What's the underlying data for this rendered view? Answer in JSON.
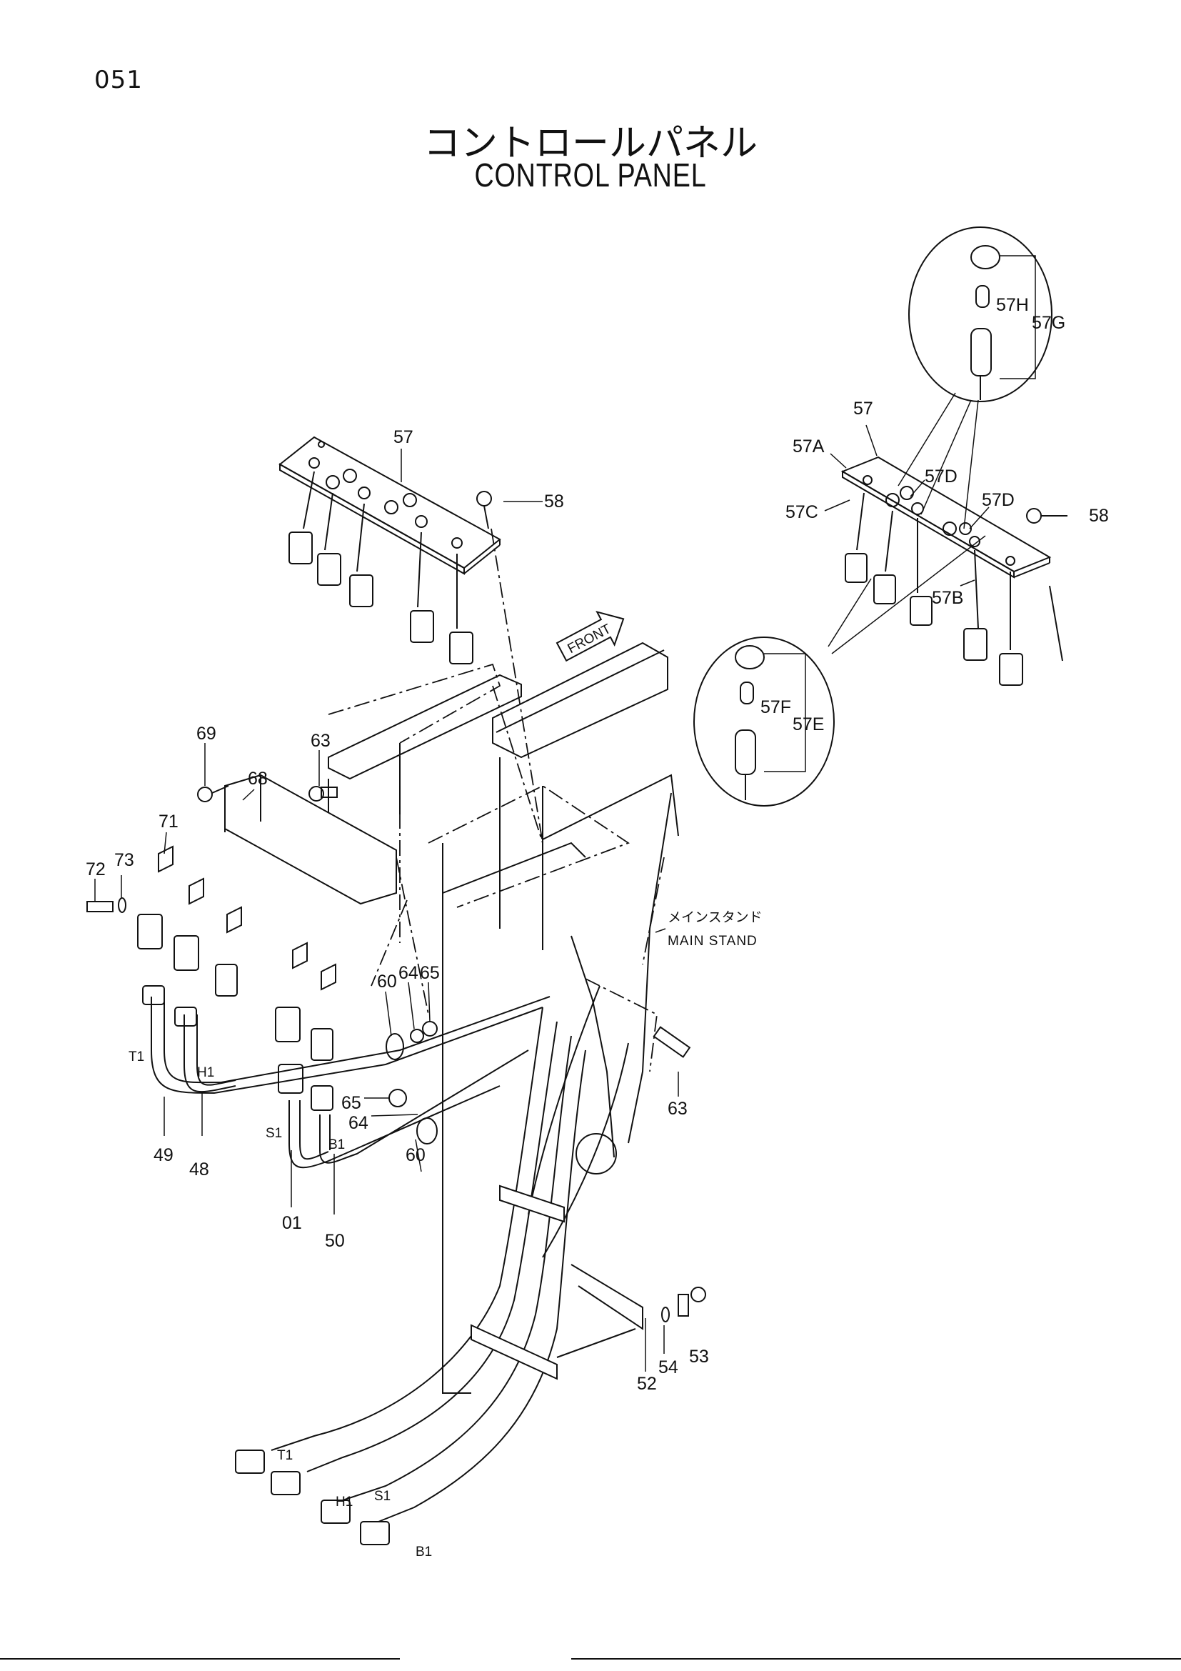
{
  "page_number": "051",
  "title_jp": "コントロールパネル",
  "title_en": "CONTROL PANEL",
  "front_marker": "FRONT",
  "main_stand": {
    "jp": "メインスタンド",
    "en": "MAIN STAND"
  },
  "labels": {
    "p57": "57",
    "p58": "58",
    "p57A": "57A",
    "p57B": "57B",
    "p57C": "57C",
    "p57D": "57D",
    "p57E": "57E",
    "p57F": "57F",
    "p57G": "57G",
    "p57H": "57H",
    "p69": "69",
    "p68": "68",
    "p63": "63",
    "p71": "71",
    "p72": "72",
    "p73": "73",
    "p60": "60",
    "p64": "64",
    "p65": "65",
    "p48": "48",
    "p49": "49",
    "p01": "01",
    "p50": "50",
    "p52": "52",
    "p53": "53",
    "p54": "54",
    "t1": "T1",
    "h1": "H1",
    "s1": "S1",
    "b1": "B1"
  }
}
